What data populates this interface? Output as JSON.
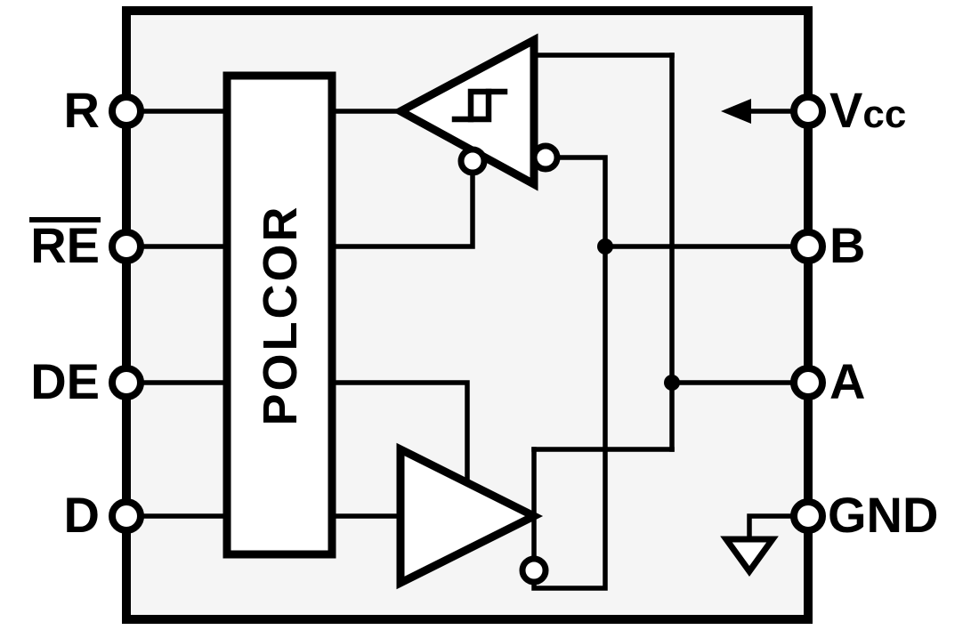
{
  "diagram": {
    "block_label": "POLCOR",
    "pins": {
      "r": "R",
      "re": "RE",
      "re_overline": true,
      "de": "DE",
      "d": "D",
      "vcc_main": "V",
      "vcc_sub": "cc",
      "b": "B",
      "a": "A",
      "gnd": "GND"
    },
    "icons": {
      "hysteresis": "hysteresis-icon",
      "power_arrow": "power-arrow-icon",
      "ground": "ground-symbol-icon"
    },
    "colors": {
      "line": "#000000",
      "chip_fill": "#f5f5f5",
      "shape_fill": "#ffffff"
    }
  }
}
